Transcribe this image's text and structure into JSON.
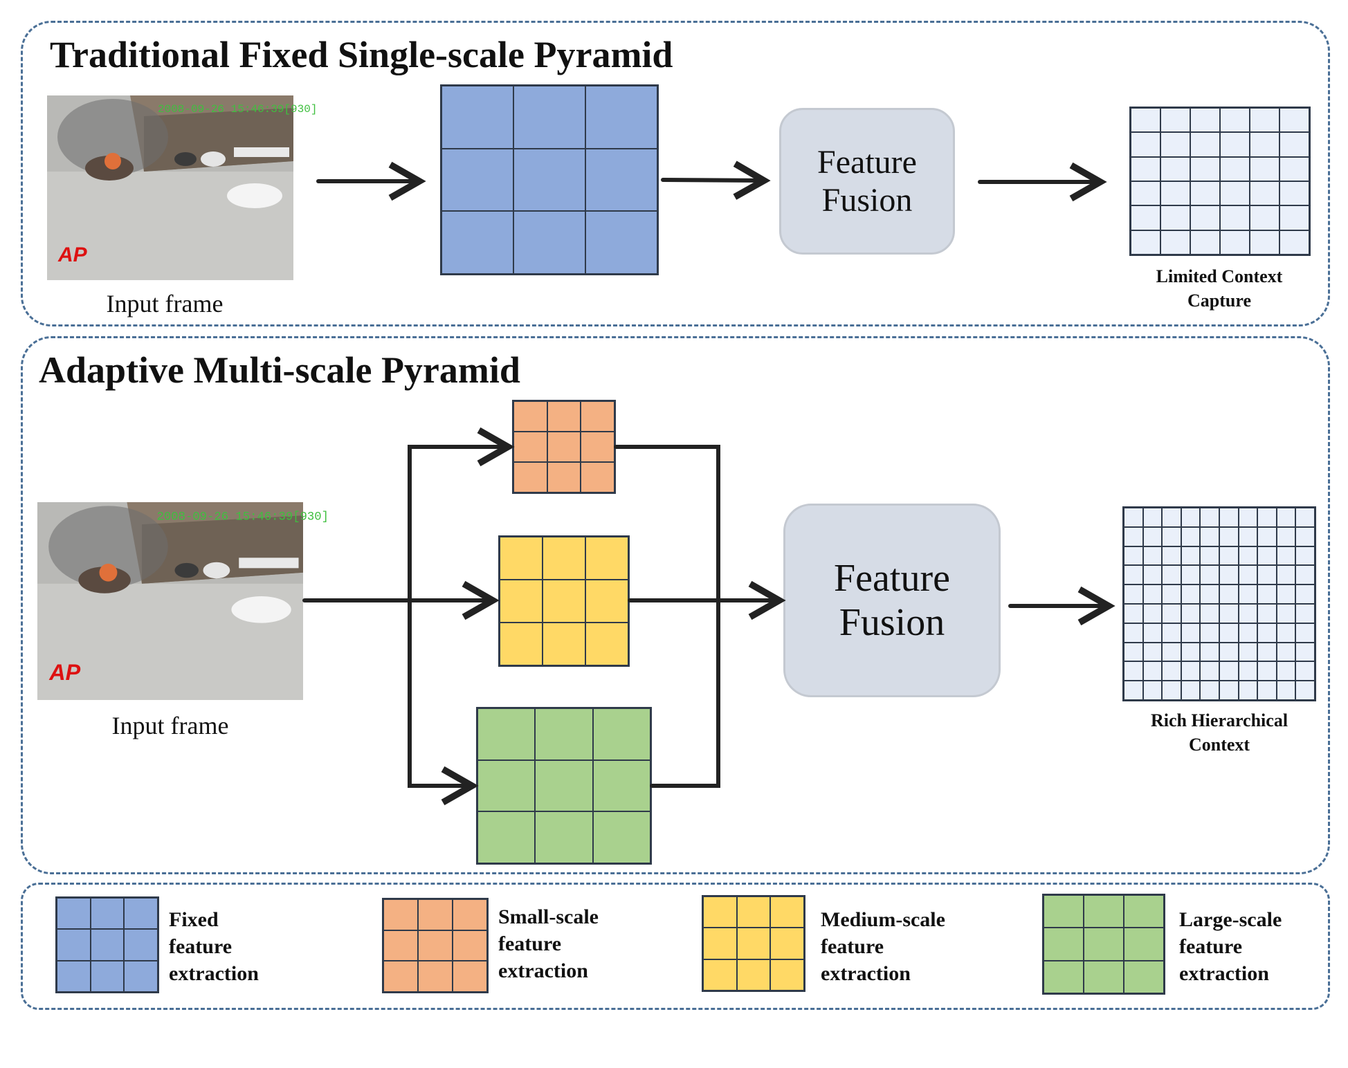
{
  "top": {
    "title": "Traditional Fixed Single-scale Pyramid",
    "input_caption": "Input frame",
    "fusion_line1": "Feature",
    "fusion_line2": "Fusion",
    "output_caption_line1": "Limited Context",
    "output_caption_line2": "Capture"
  },
  "bottom": {
    "title": "Adaptive Multi-scale Pyramid",
    "input_caption": "Input frame",
    "fusion_line1": "Feature",
    "fusion_line2": "Fusion",
    "output_caption_line1": "Rich Hierarchical",
    "output_caption_line2": "Context"
  },
  "frame_overlay": {
    "timestamp": "2008-09-26 15:46:39[930]",
    "logo": "AP"
  },
  "legend": [
    {
      "line1": "Fixed",
      "line2": "feature",
      "line3": "extraction",
      "color": "#8eaadb"
    },
    {
      "line1": "Small-scale",
      "line2": "feature",
      "line3": "extraction",
      "color": "#f4b183"
    },
    {
      "line1": "Medium-scale",
      "line2": "feature",
      "line3": "extraction",
      "color": "#ffd966"
    },
    {
      "line1": "Large-scale",
      "line2": "feature",
      "line3": "extraction",
      "color": "#a9d18e"
    }
  ],
  "colors": {
    "fixed": "#8eaadb",
    "small": "#f4b183",
    "medium": "#ffd966",
    "large": "#a9d18e",
    "output_cell": "#eaf0fa",
    "grid_line": "#2f3a4a",
    "panel_border": "#4a6f96",
    "fusion_fill": "#d6dce6"
  }
}
